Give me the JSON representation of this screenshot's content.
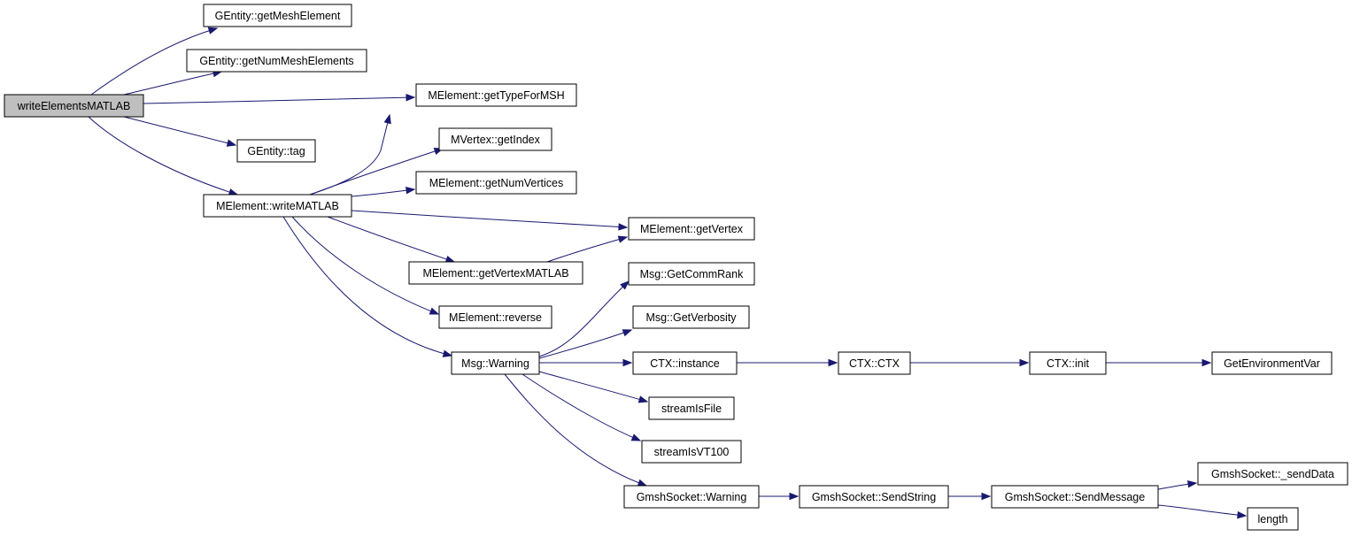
{
  "nodes": [
    {
      "id": "root",
      "label": "writeElementsMATLAB",
      "root": true
    },
    {
      "id": "gent_getmesh",
      "label": "GEntity::getMeshElement"
    },
    {
      "id": "gent_getnum",
      "label": "GEntity::getNumMeshElements"
    },
    {
      "id": "mel_typeformsh",
      "label": "MElement::getTypeForMSH"
    },
    {
      "id": "mv_getindex",
      "label": "MVertex::getIndex"
    },
    {
      "id": "gent_tag",
      "label": "GEntity::tag"
    },
    {
      "id": "mel_numvert",
      "label": "MElement::getNumVertices"
    },
    {
      "id": "mel_writematlab",
      "label": "MElement::writeMATLAB"
    },
    {
      "id": "mel_getvertex",
      "label": "MElement::getVertex"
    },
    {
      "id": "mel_getvertexmatlab",
      "label": "MElement::getVertexMATLAB"
    },
    {
      "id": "msg_commrank",
      "label": "Msg::GetCommRank"
    },
    {
      "id": "mel_reverse",
      "label": "MElement::reverse"
    },
    {
      "id": "msg_verbosity",
      "label": "Msg::GetVerbosity"
    },
    {
      "id": "msg_warning",
      "label": "Msg::Warning"
    },
    {
      "id": "ctx_instance",
      "label": "CTX::instance"
    },
    {
      "id": "ctx_ctx",
      "label": "CTX::CTX"
    },
    {
      "id": "ctx_init",
      "label": "CTX::init"
    },
    {
      "id": "getenv",
      "label": "GetEnvironmentVar"
    },
    {
      "id": "streamisfile",
      "label": "streamIsFile"
    },
    {
      "id": "streamisvt100",
      "label": "streamIsVT100"
    },
    {
      "id": "gs_warning",
      "label": "GmshSocket::Warning"
    },
    {
      "id": "gs_sendstring",
      "label": "GmshSocket::SendString"
    },
    {
      "id": "gs_sendmessage",
      "label": "GmshSocket::SendMessage"
    },
    {
      "id": "gs_senddata",
      "label": "GmshSocket::_sendData"
    },
    {
      "id": "length",
      "label": "length"
    }
  ],
  "edges": [
    [
      "root",
      "gent_getmesh"
    ],
    [
      "root",
      "gent_getnum"
    ],
    [
      "root",
      "mel_typeformsh"
    ],
    [
      "root",
      "gent_tag"
    ],
    [
      "root",
      "mel_writematlab"
    ],
    [
      "mel_writematlab",
      "mel_typeformsh"
    ],
    [
      "mel_writematlab",
      "mv_getindex"
    ],
    [
      "mel_writematlab",
      "mel_numvert"
    ],
    [
      "mel_writematlab",
      "mel_getvertex"
    ],
    [
      "mel_writematlab",
      "mel_getvertexmatlab"
    ],
    [
      "mel_writematlab",
      "mel_reverse"
    ],
    [
      "mel_writematlab",
      "msg_warning"
    ],
    [
      "mel_getvertexmatlab",
      "mel_getvertex"
    ],
    [
      "msg_warning",
      "msg_commrank"
    ],
    [
      "msg_warning",
      "msg_verbosity"
    ],
    [
      "msg_warning",
      "ctx_instance"
    ],
    [
      "msg_warning",
      "streamisfile"
    ],
    [
      "msg_warning",
      "streamisvt100"
    ],
    [
      "msg_warning",
      "gs_warning"
    ],
    [
      "ctx_instance",
      "ctx_ctx"
    ],
    [
      "ctx_ctx",
      "ctx_init"
    ],
    [
      "ctx_init",
      "getenv"
    ],
    [
      "gs_warning",
      "gs_sendstring"
    ],
    [
      "gs_sendstring",
      "gs_sendmessage"
    ],
    [
      "gs_sendmessage",
      "gs_senddata"
    ],
    [
      "gs_sendmessage",
      "length"
    ]
  ]
}
